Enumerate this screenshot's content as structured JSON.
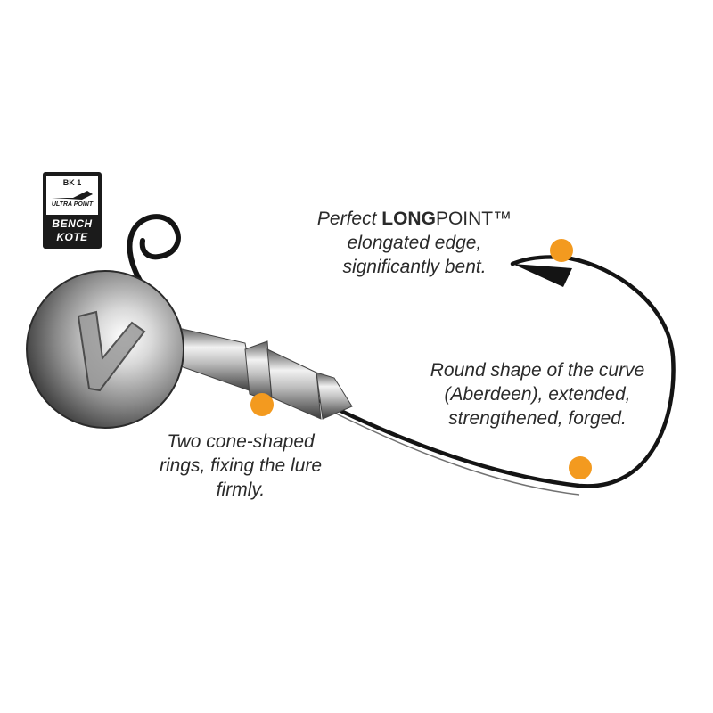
{
  "captions": {
    "longpoint": {
      "prefix": "Perfect ",
      "emphasis": "LONG",
      "after": "POINT™",
      "line2": "elongated edge,",
      "line3": "significantly bent."
    },
    "curve": {
      "line1": "Round shape of the curve",
      "line2": "(Aberdeen), extended,",
      "line3": "strengthened, forged."
    },
    "rings": {
      "line1": "Two cone-shaped",
      "line2": "rings, fixing the lure",
      "line3": "firmly."
    }
  },
  "badge": {
    "code": "BK 1",
    "subtitle": "ULTRA POINT",
    "line1": "BENCH",
    "line2": "KOTE"
  },
  "colors": {
    "marker": "#f39a1f",
    "hook_wire": "#141414",
    "text": "#2a2a2a",
    "badge": "#1b1b1b"
  },
  "icons": {
    "head_logo": "v-logo-icon",
    "badge_logo": "hook-badge-icon"
  }
}
